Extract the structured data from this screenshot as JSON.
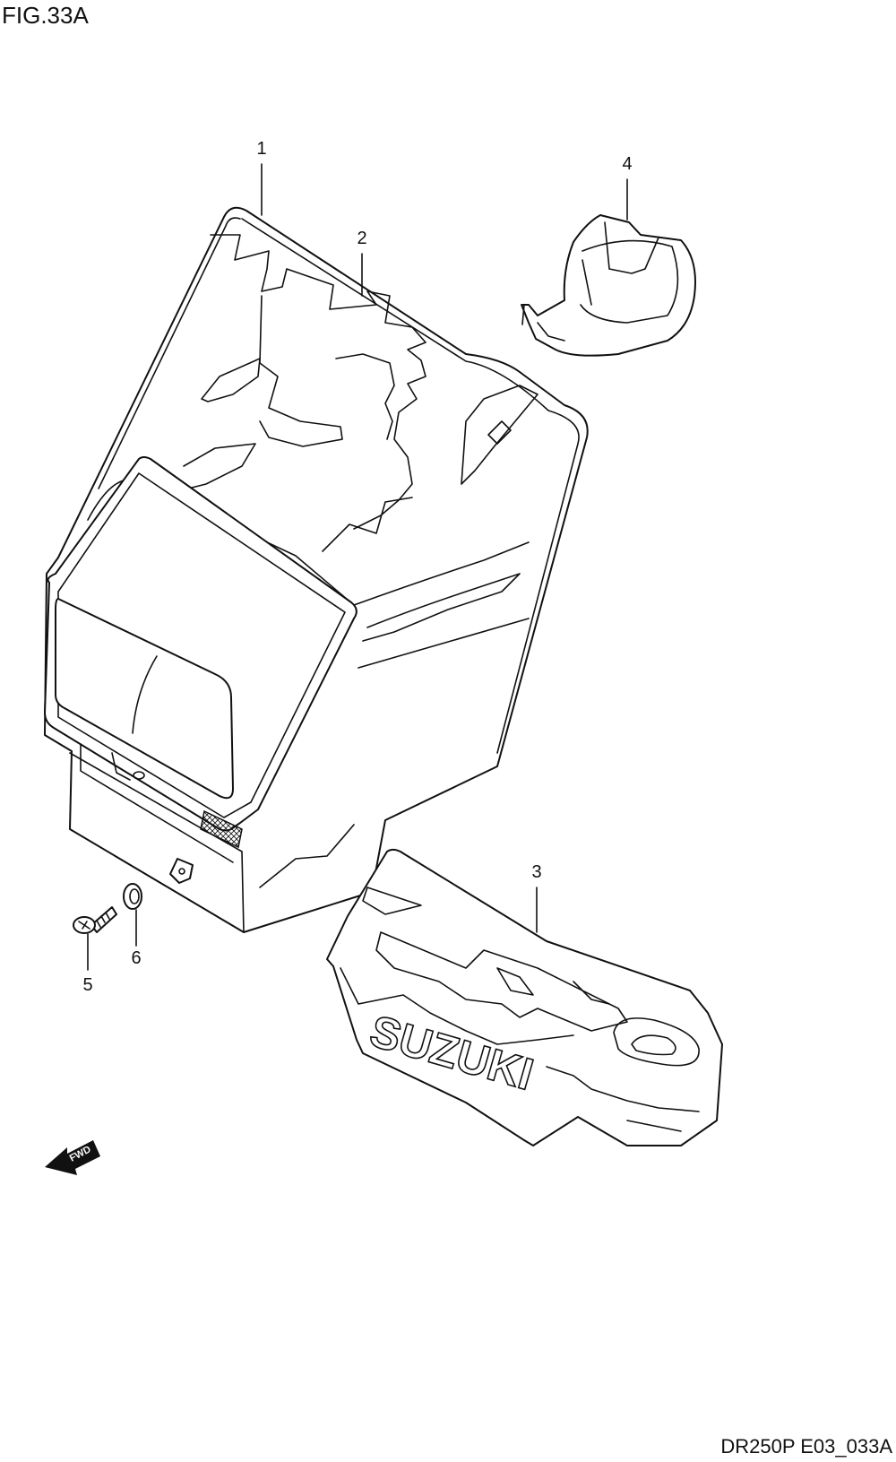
{
  "figure": {
    "title": "FIG.33A",
    "code": "DR250P E03_033A"
  },
  "callouts": {
    "part_1": "1",
    "part_2": "2",
    "part_3": "3",
    "part_4": "4",
    "part_5": "5",
    "part_6": "6"
  },
  "decal_logo": "SUZUKI",
  "direction_arrow": {
    "label": "FWD",
    "icon": "fwd-arrow-icon"
  }
}
